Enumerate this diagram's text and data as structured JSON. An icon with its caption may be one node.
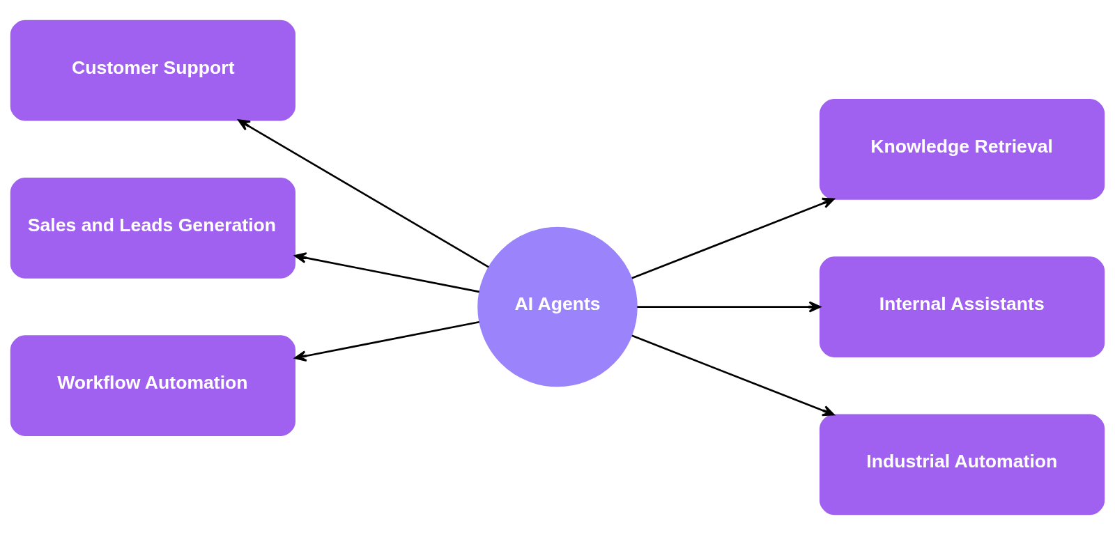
{
  "diagram": {
    "nodes": [
      {
        "text": [
          "Customer Support"
        ]
      },
      {
        "text": [
          "Knowledge Retrieval"
        ]
      },
      {
        "text": [
          "Sales and Leads Generation"
        ]
      },
      {
        "text": [
          "AI Agents"
        ]
      },
      {
        "text": [
          "Internal Assistants"
        ]
      },
      {
        "text": [
          "Workflow Automation"
        ]
      },
      {
        "text": [
          "Industrial Automation"
        ]
      }
    ],
    "edges": [
      {
        "from": 3,
        "to": 0,
        "arrow": "to"
      },
      {
        "from": 3,
        "to": 1,
        "arrow": "to"
      },
      {
        "from": 3,
        "to": 2,
        "arrow": "to"
      },
      {
        "from": 3,
        "to": 4,
        "arrow": "to"
      },
      {
        "from": 3,
        "to": 5,
        "arrow": "to"
      },
      {
        "from": 3,
        "to": 6,
        "arrow": "to"
      }
    ]
  }
}
